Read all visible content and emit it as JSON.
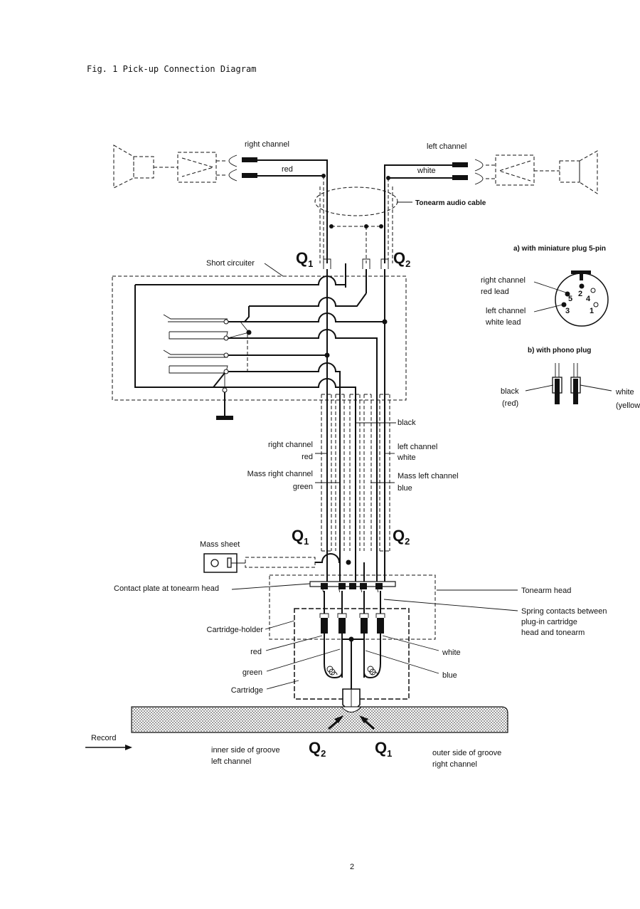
{
  "figure_title": "Fig. 1  Pick-up Connection Diagram",
  "labels": {
    "right_channel_top": "right channel",
    "red_top": "red",
    "left_channel_top": "left channel",
    "white_top": "white",
    "tonearm_audio_cable": "Tonearm audio cable",
    "short_circuiter": "Short circuiter",
    "black": "black",
    "right_channel": "right channel",
    "red": "red",
    "left_channel": "left channel",
    "white": "white",
    "mass_right_channel": "Mass right channel",
    "green": "green",
    "mass_left_channel": "Mass left channel",
    "blue": "blue",
    "mass_sheet": "Mass sheet",
    "contact_plate": "Contact plate at tonearm head",
    "tonearm_head": "Tonearm head",
    "spring_contacts_1": "Spring contacts between",
    "spring_contacts_2": "plug-in cartridge",
    "spring_contacts_3": "head and tonearm",
    "cartridge_holder": "Cartridge-holder",
    "red_bottom": "red",
    "green_bottom": "green",
    "cartridge": "Cartridge",
    "white_bottom": "white",
    "blue_bottom": "blue",
    "record": "Record",
    "inner_side_1": "inner side of groove",
    "inner_side_2": "left channel",
    "outer_side_1": "outer side of groove",
    "outer_side_2": "right channel"
  },
  "q_labels": {
    "q1": "Q",
    "q2": "Q",
    "sub1": "1",
    "sub2": "2"
  },
  "plug_a": {
    "title": "a)  with miniature plug 5-pin",
    "right_1": "right channel",
    "right_2": "red lead",
    "left_1": "left channel",
    "left_2": "white lead",
    "pins": [
      "5",
      "2",
      "4",
      "3",
      "1"
    ]
  },
  "plug_b": {
    "title": "b)  with phono plug",
    "black": "black",
    "red_paren": "(red)",
    "white": "white",
    "yellow_paren": "(yellow)"
  },
  "page_number": "2"
}
